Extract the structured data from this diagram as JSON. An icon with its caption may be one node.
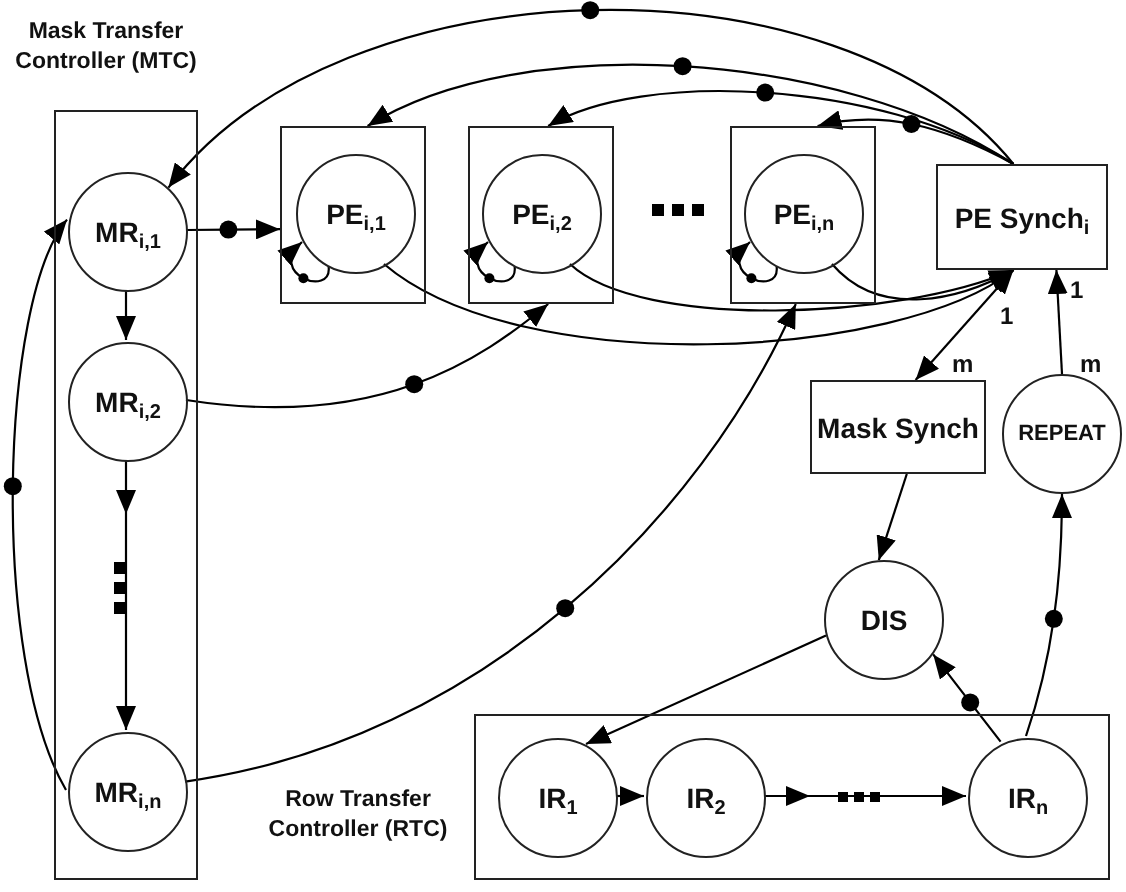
{
  "diagram": {
    "nodes": [
      {
        "text": [
          "Mask Transfer Controller (MTC)"
        ]
      },
      {
        "text": [
          "MR$_{i,1}$"
        ],
        "in": 0
      },
      {
        "text": [
          "MR$_{i,2}$"
        ],
        "in": 0
      },
      {
        "text": [
          "MR$_{i,n}$"
        ],
        "in": 0
      },
      {
        "text": [],
        "shape": "box"
      },
      {
        "text": [
          "PE$_{i,1}$"
        ],
        "in": 4
      },
      {
        "text": [],
        "shape": "box"
      },
      {
        "text": [
          "PE$_{i,2}$"
        ],
        "in": 6
      },
      {
        "text": [],
        "shape": "box"
      },
      {
        "text": [
          "PE$_{i,n}$"
        ],
        "in": 8
      },
      {
        "text": [
          "PE Synch$_{i}$"
        ]
      },
      {
        "text": [
          "Mask Synch"
        ]
      },
      {
        "text": [
          "REPEAT"
        ]
      },
      {
        "text": [
          "DIS"
        ]
      },
      {
        "text": [
          "Row Transfer Controller (RTC)"
        ]
      },
      {
        "text": [
          "IR$_{1}$"
        ],
        "in": 14
      },
      {
        "text": [
          "IR$_{2}$"
        ],
        "in": 14
      },
      {
        "text": [
          "IR$_{n}$"
        ],
        "in": 14
      }
    ],
    "edges": [
      {
        "from": 10,
        "to": 1,
        "arrow": "to"
      },
      {
        "from": 10,
        "to": 4,
        "arrow": "to"
      },
      {
        "from": 10,
        "to": 6,
        "arrow": "to"
      },
      {
        "from": 10,
        "to": 8,
        "arrow": "to"
      },
      {
        "from": 1,
        "to": 4,
        "arrow": "to"
      },
      {
        "from": 1,
        "to": 2,
        "arrow": "to"
      },
      {
        "from": 2,
        "to": 3,
        "arrow": "to"
      },
      {
        "from": 2,
        "to": 6,
        "arrow": "to"
      },
      {
        "from": 3,
        "to": 8,
        "arrow": "to"
      },
      {
        "from": 3,
        "to": 1,
        "arrow": "to"
      },
      {
        "from": 5,
        "to": 10,
        "arrow": "to"
      },
      {
        "from": 7,
        "to": 10,
        "arrow": "to"
      },
      {
        "from": 9,
        "to": 10,
        "arrow": "to"
      },
      {
        "from": 5,
        "to": 5,
        "arrow": "to"
      },
      {
        "from": 7,
        "to": 7,
        "arrow": "to"
      },
      {
        "from": 9,
        "to": 9,
        "arrow": "to"
      },
      {
        "from": 10,
        "to": 11,
        "arrow": "both"
      },
      {
        "from": 12,
        "to": 10,
        "arrow": "to"
      },
      {
        "from": 11,
        "to": 13,
        "arrow": "to"
      },
      {
        "from": 13,
        "to": 15,
        "arrow": "to"
      },
      {
        "from": 15,
        "to": 16,
        "arrow": "to"
      },
      {
        "from": 16,
        "to": 17,
        "arrow": "to"
      },
      {
        "from": 17,
        "to": 13,
        "arrow": "to"
      },
      {
        "from": 17,
        "to": 12,
        "arrow": "to"
      }
    ],
    "labels": [
      "1",
      "1",
      "m",
      "m"
    ]
  }
}
